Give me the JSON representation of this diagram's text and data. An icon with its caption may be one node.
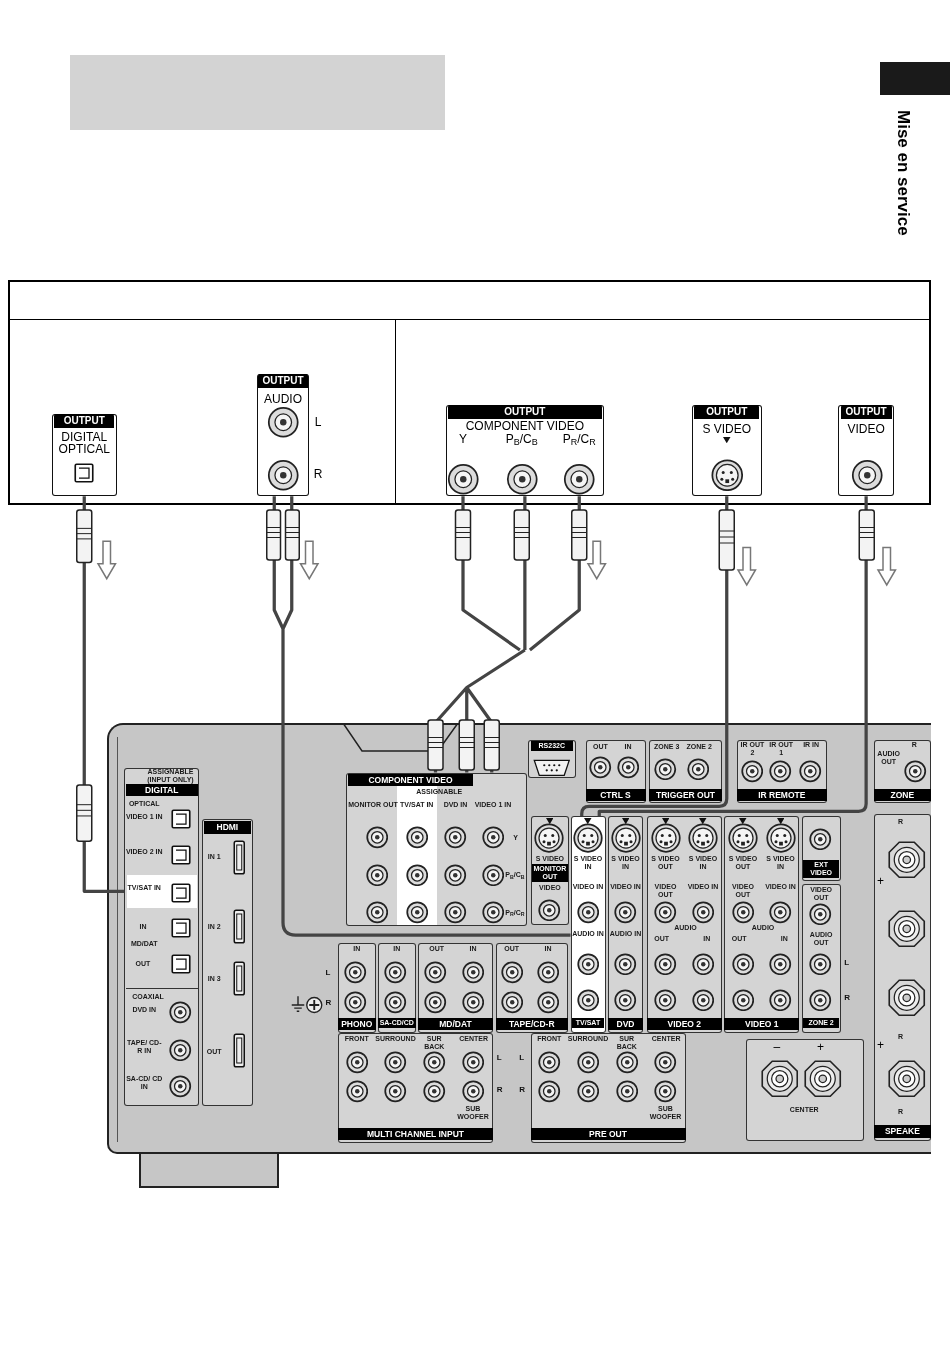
{
  "diagram": {
    "nodes": [
      {
        "text": [],
        "shape": "box"
      },
      {
        "text": [
          "OUTPUT",
          "DIGITAL OPTICAL"
        ],
        "in": 0
      },
      {
        "text": [
          "OUTPUT",
          "AUDIO",
          "L",
          "R"
        ],
        "in": 0
      },
      {
        "text": [
          "OUTPUT",
          "COMPONENT VIDEO",
          "Y",
          "P$_{B}$/C$_{B}$",
          "P$_{R}$/C$_{R}$"
        ],
        "in": 0
      },
      {
        "text": [
          "OUTPUT",
          "S VIDEO"
        ],
        "in": 0
      },
      {
        "text": [
          "OUTPUT",
          "VIDEO"
        ],
        "in": 0
      },
      {
        "text": [],
        "shape": "box"
      },
      {
        "text": [
          "ASSIGNABLE (INPUT ONLY)",
          "DIGITAL",
          "OPTICAL",
          "VIDEO 1 IN",
          "VIDEO 2 IN",
          "TV/SAT IN",
          "IN",
          "MD/DAT",
          "OUT",
          "COAXIAL",
          "DVD IN",
          "TAPE/ CD-R IN",
          "SA-CD/ CD IN"
        ],
        "in": 6
      },
      {
        "text": [
          "HDMI",
          "IN 1",
          "IN 2",
          "IN 3",
          "OUT"
        ],
        "in": 6
      },
      {
        "text": [
          "COMPONENT VIDEO",
          "ASSIGNABLE",
          "MONITOR OUT",
          "TV/SAT IN",
          "DVD IN",
          "VIDEO 1 IN",
          "Y",
          "P$_{B}$/C$_{B}$",
          "P$_{R}$/C$_{R}$"
        ],
        "in": 6
      },
      {
        "text": [
          "RS232C"
        ],
        "in": 6
      },
      {
        "text": [
          "OUT",
          "IN",
          "CTRL S"
        ],
        "in": 6
      },
      {
        "text": [
          "ZONE 3",
          "ZONE 2",
          "TRIGGER OUT"
        ],
        "in": 6
      },
      {
        "text": [
          "IR OUT 2",
          "IR OUT 1",
          "IR IN",
          "IR REMOTE"
        ],
        "in": 6
      },
      {
        "text": [
          "R",
          "AUDIO OUT",
          "ZONE"
        ],
        "in": 6
      },
      {
        "text": [
          "IN",
          "PHONO"
        ],
        "in": 6,
        "beside": [
          "L",
          "R"
        ]
      },
      {
        "text": [
          "IN",
          "SA-CD/CD"
        ],
        "in": 6
      },
      {
        "text": [
          "OUT",
          "IN",
          "MD/DAT"
        ],
        "in": 6
      },
      {
        "text": [
          "OUT",
          "IN",
          "TAPE/CD-R"
        ],
        "in": 6
      },
      {
        "text": [
          "S VIDEO",
          "MONITOR OUT",
          "VIDEO"
        ],
        "in": 6
      },
      {
        "text": [
          "S VIDEO IN",
          "VIDEO IN",
          "AUDIO IN",
          "TV/SAT"
        ],
        "in": 6
      },
      {
        "text": [
          "S VIDEO IN",
          "VIDEO IN",
          "AUDIO IN",
          "DVD"
        ],
        "in": 6
      },
      {
        "text": [
          "S VIDEO OUT",
          "S VIDEO IN",
          "VIDEO OUT",
          "VIDEO IN",
          "AUDIO",
          "OUT",
          "IN",
          "VIDEO 2"
        ],
        "in": 6
      },
      {
        "text": [
          "S VIDEO OUT",
          "S VIDEO IN",
          "VIDEO OUT",
          "VIDEO IN",
          "AUDIO",
          "OUT",
          "IN",
          "VIDEO 1"
        ],
        "in": 6
      },
      {
        "text": [
          "EXT VIDEO"
        ],
        "in": 6
      },
      {
        "text": [
          "VIDEO OUT",
          "AUDIO OUT",
          "ZONE 2"
        ],
        "in": 6,
        "beside": [
          "L",
          "R"
        ]
      },
      {
        "text": [
          "FRONT",
          "SURROUND",
          "SUR BACK",
          "CENTER",
          "SUB WOOFER",
          "MULTI CHANNEL INPUT"
        ],
        "in": 6,
        "beside": [
          "L",
          "R"
        ]
      },
      {
        "text": [
          "FRONT",
          "SURROUND",
          "SUR BACK",
          "CENTER",
          "SUB WOOFER",
          "PRE OUT"
        ],
        "in": 6,
        "beside": [
          "L",
          "R"
        ]
      },
      {
        "text": [
          "–",
          "+",
          "CENTER"
        ],
        "in": 6
      },
      {
        "text": [
          "R",
          "+",
          "R",
          "+",
          "R",
          "SPEAKE"
        ],
        "in": 6
      },
      {
        "text": [],
        "shape": "box"
      },
      {
        "text": [],
        "shape": "box"
      }
    ],
    "edges": [
      {
        "from": 1,
        "to": 7,
        "arrow": "none"
      },
      {
        "from": 2,
        "to": 20,
        "arrow": "none"
      },
      {
        "from": 3,
        "to": 9,
        "arrow": "none"
      },
      {
        "from": 4,
        "to": 20,
        "arrow": "none"
      },
      {
        "from": 5,
        "to": 20,
        "arrow": "none"
      }
    ],
    "labels": [
      "Mise en service"
    ]
  }
}
